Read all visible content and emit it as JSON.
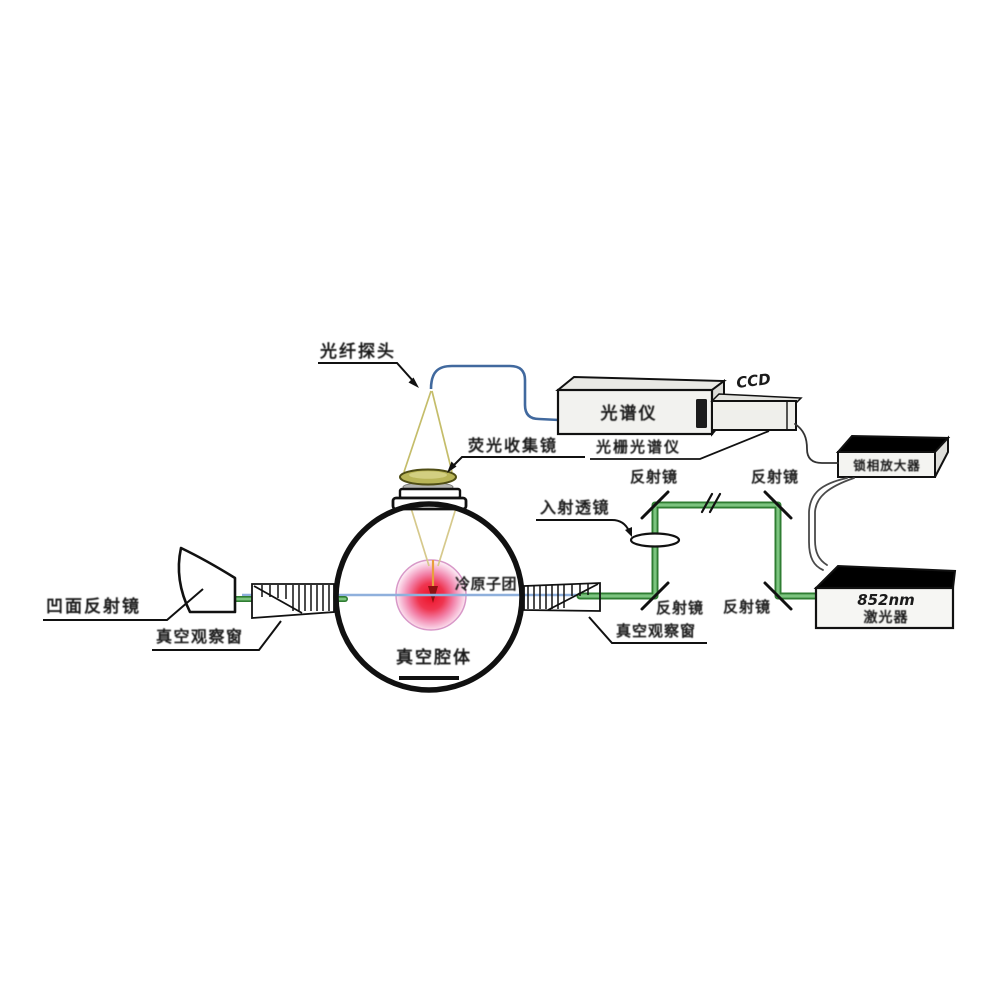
{
  "apparatus": {
    "fiber": {
      "label": "光纤探头"
    },
    "collection_lens": {
      "label": "荧光收集镜"
    },
    "spectrometer": {
      "face_label": "光谱仪",
      "caption": "光栅光谱仪",
      "ccd_label": "CCD"
    },
    "controller": {
      "label": "锁相放大器"
    },
    "laser": {
      "line1": "852nm",
      "line2": "激光器"
    },
    "beam_optics": {
      "incidence_lens": "入射透镜",
      "mirror_tl": "反射镜",
      "mirror_tr": "反射镜",
      "mirror_bl": "反射镜",
      "mirror_br": "反射镜"
    },
    "chamber": {
      "label": "真空腔体",
      "atom_cloud": "冷原子团",
      "viewport_left": "真空观察窗",
      "viewport_right": "真空观察窗",
      "concave_mirror": "凹面反射镜"
    },
    "colors": {
      "beam_green_core": "#7cc47f",
      "beam_green_edge": "#2f7d32",
      "fiber_blue": "#41699e",
      "probe_beam_blue": "#8fb0dc",
      "fluorescence_cone_yellow": "#c5bd6a",
      "atom_cloud_red": "#ee1228",
      "atom_cloud_pink": "#f6a8cc",
      "outline_black": "#111111"
    }
  }
}
